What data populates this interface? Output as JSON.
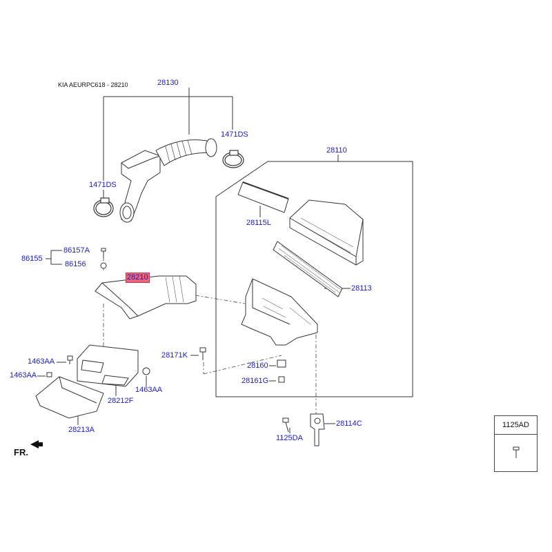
{
  "header": {
    "title": "KIA AEURPC618 - 28210"
  },
  "labels": {
    "p28130": "28130",
    "p1471ds_top": "1471DS",
    "p1471ds_left": "1471DS",
    "p28110": "28110",
    "p28115l": "28115L",
    "p86157a": "86157A",
    "p86155": "86155",
    "p86156": "86156",
    "p28210": "28210",
    "p28113": "28113",
    "p28171k": "28171K",
    "p28160": "28160",
    "p28161g": "28161G",
    "p1463aa_a": "1463AA",
    "p1463aa_b": "1463AA",
    "p1463aa_c": "1463AA",
    "p28212f": "28212F",
    "p28213a": "28213A",
    "p28114c": "28114C",
    "p1125da": "1125DA"
  },
  "legend_box": {
    "title": "1125AD"
  },
  "direction": {
    "text": "FR."
  },
  "colors": {
    "label": "#1a1acc",
    "highlight": "#e8657a",
    "line": "#333333"
  }
}
